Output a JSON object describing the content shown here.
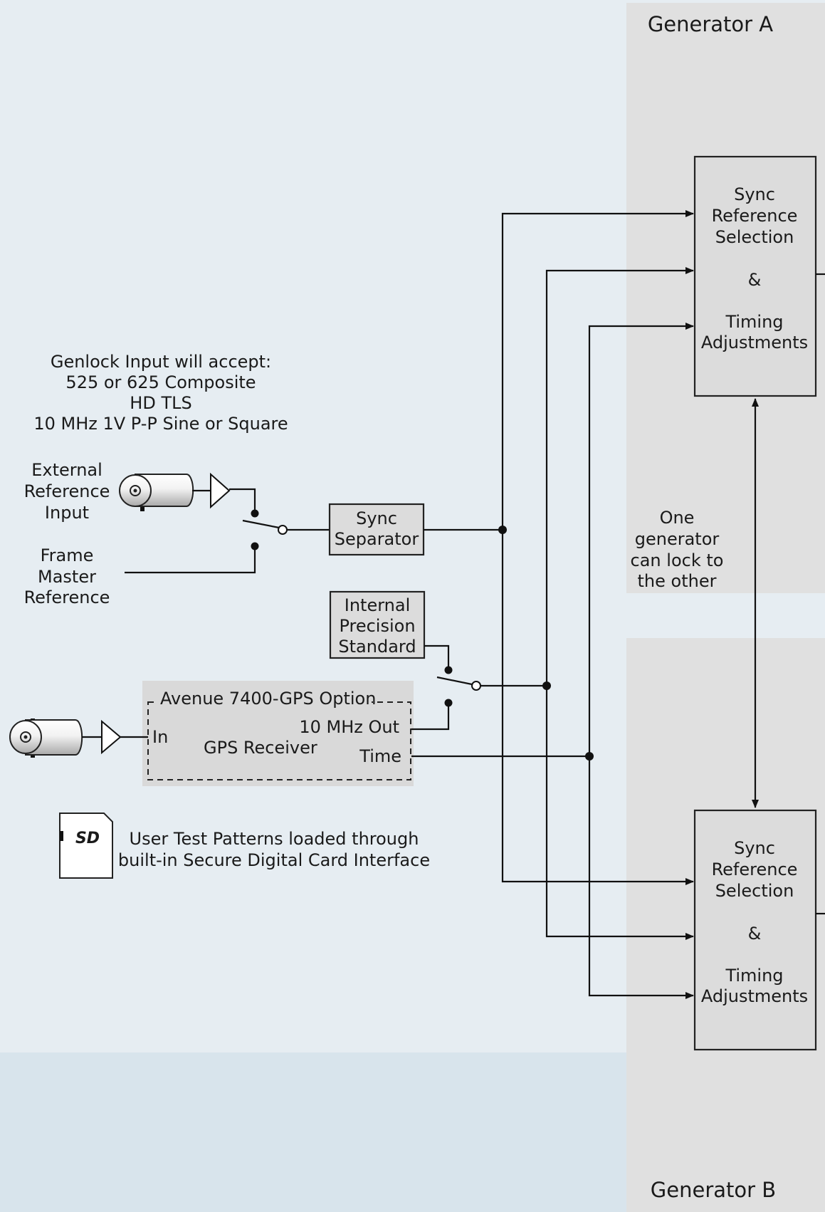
{
  "generator_a": {
    "title": "Generator A",
    "block": [
      "Sync",
      "Reference",
      "Selection",
      "&",
      "Timing",
      "Adjustments"
    ]
  },
  "generator_b": {
    "title": "Generator B",
    "block": [
      "Sync",
      "Reference",
      "Selection",
      "&",
      "Timing",
      "Adjustments"
    ]
  },
  "genlock_note": [
    "Genlock Input will accept:",
    "525 or 625 Composite",
    "HD TLS",
    "10 MHz 1V P-P Sine or Square"
  ],
  "external_reference": [
    "External",
    "Reference",
    "Input"
  ],
  "frame_master": [
    "Frame",
    "Master",
    "Reference"
  ],
  "sync_separator": [
    "Sync",
    "Separator"
  ],
  "internal_standard": [
    "Internal",
    "Precision",
    "Standard"
  ],
  "gps_option": {
    "title": "Avenue 7400-GPS Option",
    "in_label": "In",
    "receiver": "GPS Receiver",
    "out_10mhz": "10 MHz Out",
    "time": "Time"
  },
  "lock_note": [
    "One",
    "generator",
    "can lock to",
    "the other"
  ],
  "sd_note": [
    "User Test Patterns loaded through",
    "built-in Secure Digital Card Interface"
  ],
  "sd_logo_text": "SD",
  "colors": {
    "background": "#e6edf2",
    "generator_panel": "#e0e0e0",
    "box_fill": "#dcdcdc",
    "gps_fill": "#d9d9d9",
    "line": "#111111"
  }
}
